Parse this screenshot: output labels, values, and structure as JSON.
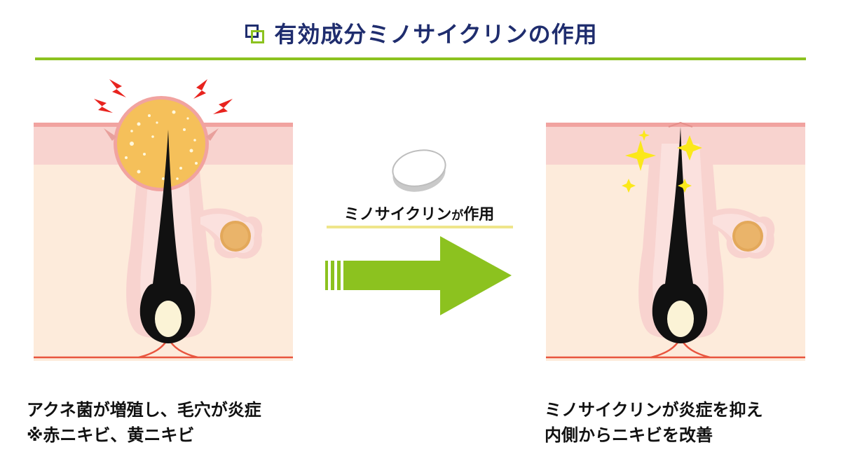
{
  "title": "有効成分ミノサイクリンの作用",
  "middle": {
    "label_main": "ミノサイクリン",
    "label_particle": "が",
    "label_end": "作用"
  },
  "captions": {
    "left_line1": "アクネ菌が増殖し、毛穴が炎症",
    "left_line2": "※赤ニキビ、黄ニキビ",
    "right_line1": "ミノサイクリンが炎症を抑え",
    "right_line2": "内側からニキビを改善"
  },
  "colors": {
    "navy": "#1f2d6e",
    "green": "#8cc21f",
    "skin_top": "#f8d3cf",
    "skin_bottom": "#fdebdb",
    "pus": "#f5c05a",
    "spark_red": "#e8231e",
    "spark_yellow": "#fbe81a"
  }
}
